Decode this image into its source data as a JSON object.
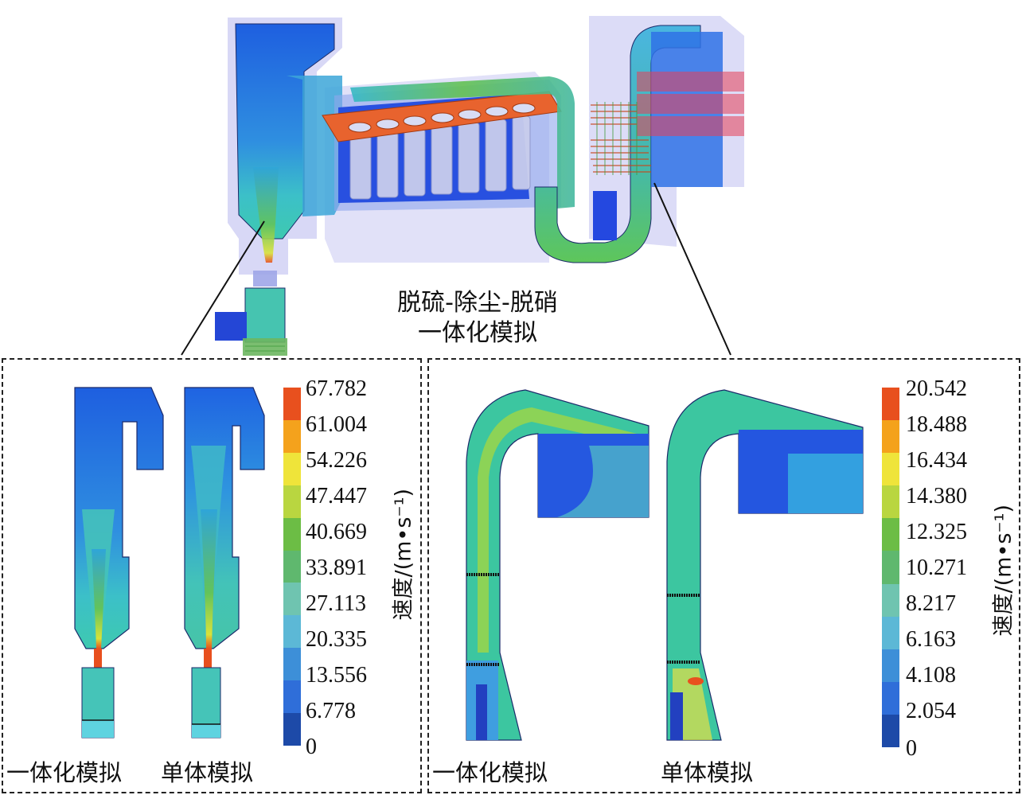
{
  "center_caption": {
    "line1": "脱硫-除尘-脱硝",
    "line2": "一体化模拟"
  },
  "left_panel": {
    "caption_integrated": "一体化模拟",
    "caption_single": "单体模拟",
    "legend_title": "速度/(m•s⁻¹)",
    "legend_ticks": [
      "67.782",
      "61.004",
      "54.226",
      "47.447",
      "40.669",
      "33.891",
      "27.113",
      "20.335",
      "13.556",
      "6.778",
      "0"
    ]
  },
  "right_panel": {
    "caption_integrated": "一体化模拟",
    "caption_single": "单体模拟",
    "legend_title": "速度/(m•s⁻¹)",
    "legend_ticks": [
      "20.542",
      "18.488",
      "16.434",
      "14.380",
      "12.325",
      "10.271",
      "8.217",
      "6.163",
      "4.108",
      "2.054",
      "0"
    ]
  },
  "colors": {
    "legend_bands_top_to_bottom": [
      "#e8501e",
      "#f4a21c",
      "#efe43a",
      "#b9d640",
      "#6cbd45",
      "#5fb86e",
      "#6fc4b0",
      "#5cb8d6",
      "#3d8fd8",
      "#2f6ed9",
      "#1d4aa8"
    ]
  }
}
